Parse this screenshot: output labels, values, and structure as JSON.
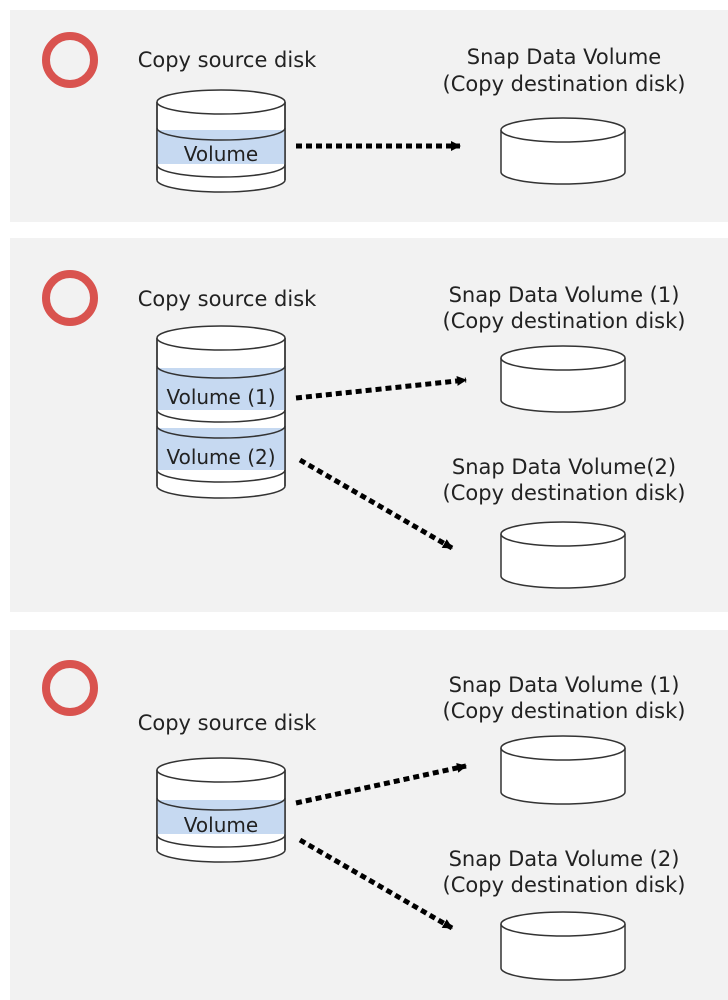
{
  "colors": {
    "panel_background": "#f2f2f2",
    "ok_mark": "#d9534f",
    "volume_band": "#c6d9f1",
    "disk_outline": "#333333",
    "arrow": "#000000"
  },
  "icons": {
    "ok_mark": "circle-ok-icon",
    "disk": "cylinder-disk-icon",
    "arrow": "dotted-arrow-icon"
  },
  "panels": [
    {
      "source_label": "Copy source disk",
      "volumes": [
        "Volume"
      ],
      "destinations": [
        {
          "title": "Snap Data Volume",
          "subtitle": "(Copy destination disk)"
        }
      ]
    },
    {
      "source_label": "Copy source disk",
      "volumes": [
        "Volume (1)",
        "Volume (2)"
      ],
      "destinations": [
        {
          "title": "Snap Data Volume (1)",
          "subtitle": "(Copy destination disk)"
        },
        {
          "title": "Snap Data Volume(2)",
          "subtitle": "(Copy destination disk)"
        }
      ]
    },
    {
      "source_label": "Copy source disk",
      "volumes": [
        "Volume"
      ],
      "destinations": [
        {
          "title": "Snap Data Volume (1)",
          "subtitle": "(Copy destination disk)"
        },
        {
          "title": "Snap Data Volume (2)",
          "subtitle": "(Copy destination disk)"
        }
      ]
    }
  ]
}
